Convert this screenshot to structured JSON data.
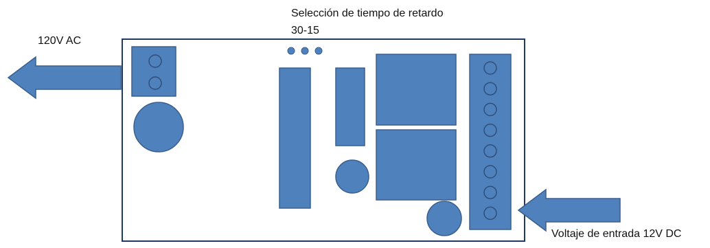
{
  "labels": {
    "output_label": "120V AC",
    "delay_title": "Selección de tiempo de retardo",
    "delay_value": "30-15",
    "input_label": "Voltaje de entrada 12V DC"
  },
  "colors": {
    "component_fill": "#4f81bd",
    "component_stroke": "#3a5f8c",
    "board_stroke": "#1f3864",
    "text": "#111111"
  },
  "icons": {
    "output_arrow": "left-arrow-icon",
    "input_arrow": "left-arrow-icon"
  }
}
